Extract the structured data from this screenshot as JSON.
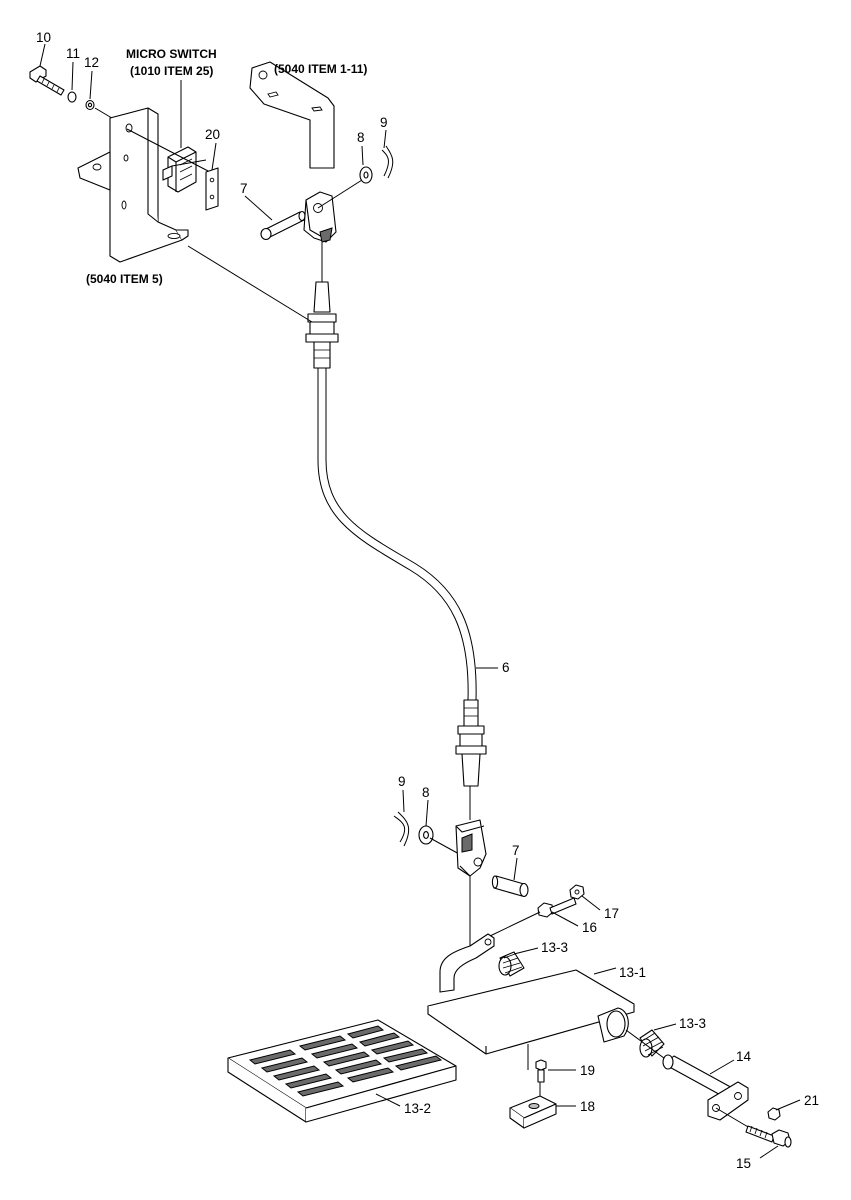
{
  "labels": {
    "micro_switch": "MICRO SWITCH",
    "micro_switch_ref": "(1010 ITEM 25)",
    "ref_5040_1_11": "(5040 ITEM 1-11)",
    "ref_5040_5": "(5040 ITEM 5)",
    "p10": "10",
    "p11": "11",
    "p12": "12",
    "p20": "20",
    "p7_top": "7",
    "p8_top": "8",
    "p9_top": "9",
    "p6": "6",
    "p9_low": "9",
    "p8_low": "8",
    "p7_low": "7",
    "p17": "17",
    "p16": "16",
    "p13_3_upper": "13-3",
    "p13_1": "13-1",
    "p13_3_lower": "13-3",
    "p14": "14",
    "p19": "19",
    "p18": "18",
    "p13_2": "13-2",
    "p21": "21",
    "p15": "15"
  }
}
